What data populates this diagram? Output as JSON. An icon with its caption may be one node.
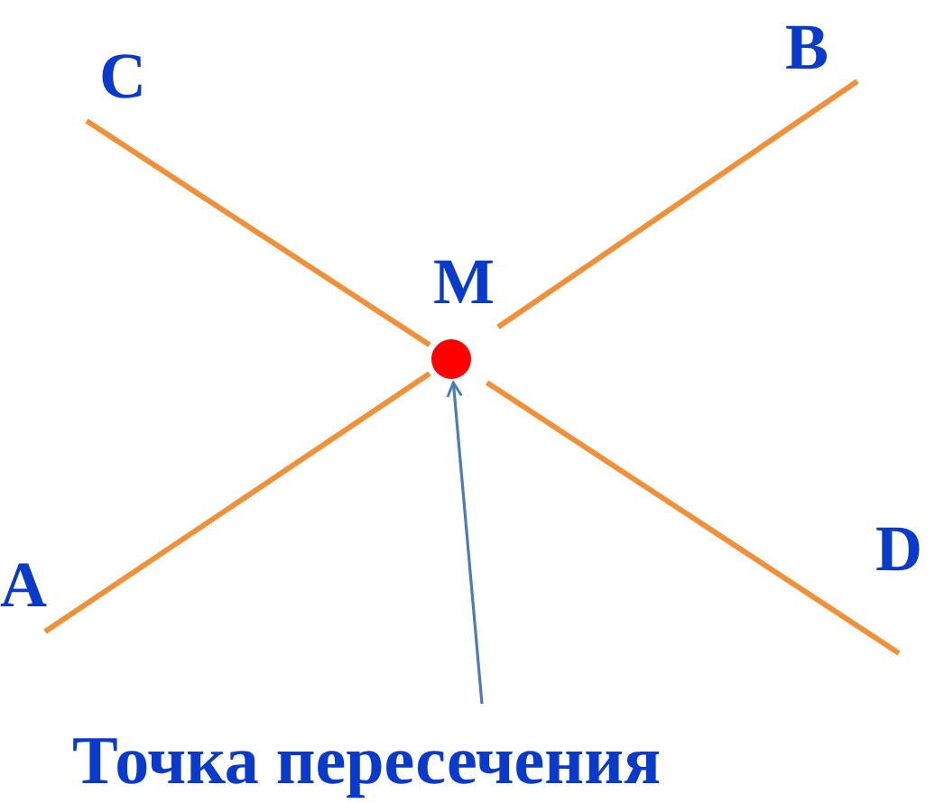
{
  "diagram": {
    "nodes": [
      {
        "text": [
          "C"
        ]
      },
      {
        "text": [
          "B"
        ]
      },
      {
        "text": [
          "A"
        ]
      },
      {
        "text": [
          "D"
        ]
      },
      {
        "text": [
          "M"
        ]
      },
      {
        "text": [
          "Точка пересечения"
        ]
      }
    ],
    "edges": [
      {
        "from": 2,
        "to": 4,
        "arrow": "none"
      },
      {
        "from": 4,
        "to": 1,
        "arrow": "none"
      },
      {
        "from": 0,
        "to": 4,
        "arrow": "none"
      },
      {
        "from": 4,
        "to": 3,
        "arrow": "none"
      },
      {
        "from": 5,
        "to": 4,
        "arrow": "to",
        "color": "#4a7db5"
      }
    ]
  }
}
